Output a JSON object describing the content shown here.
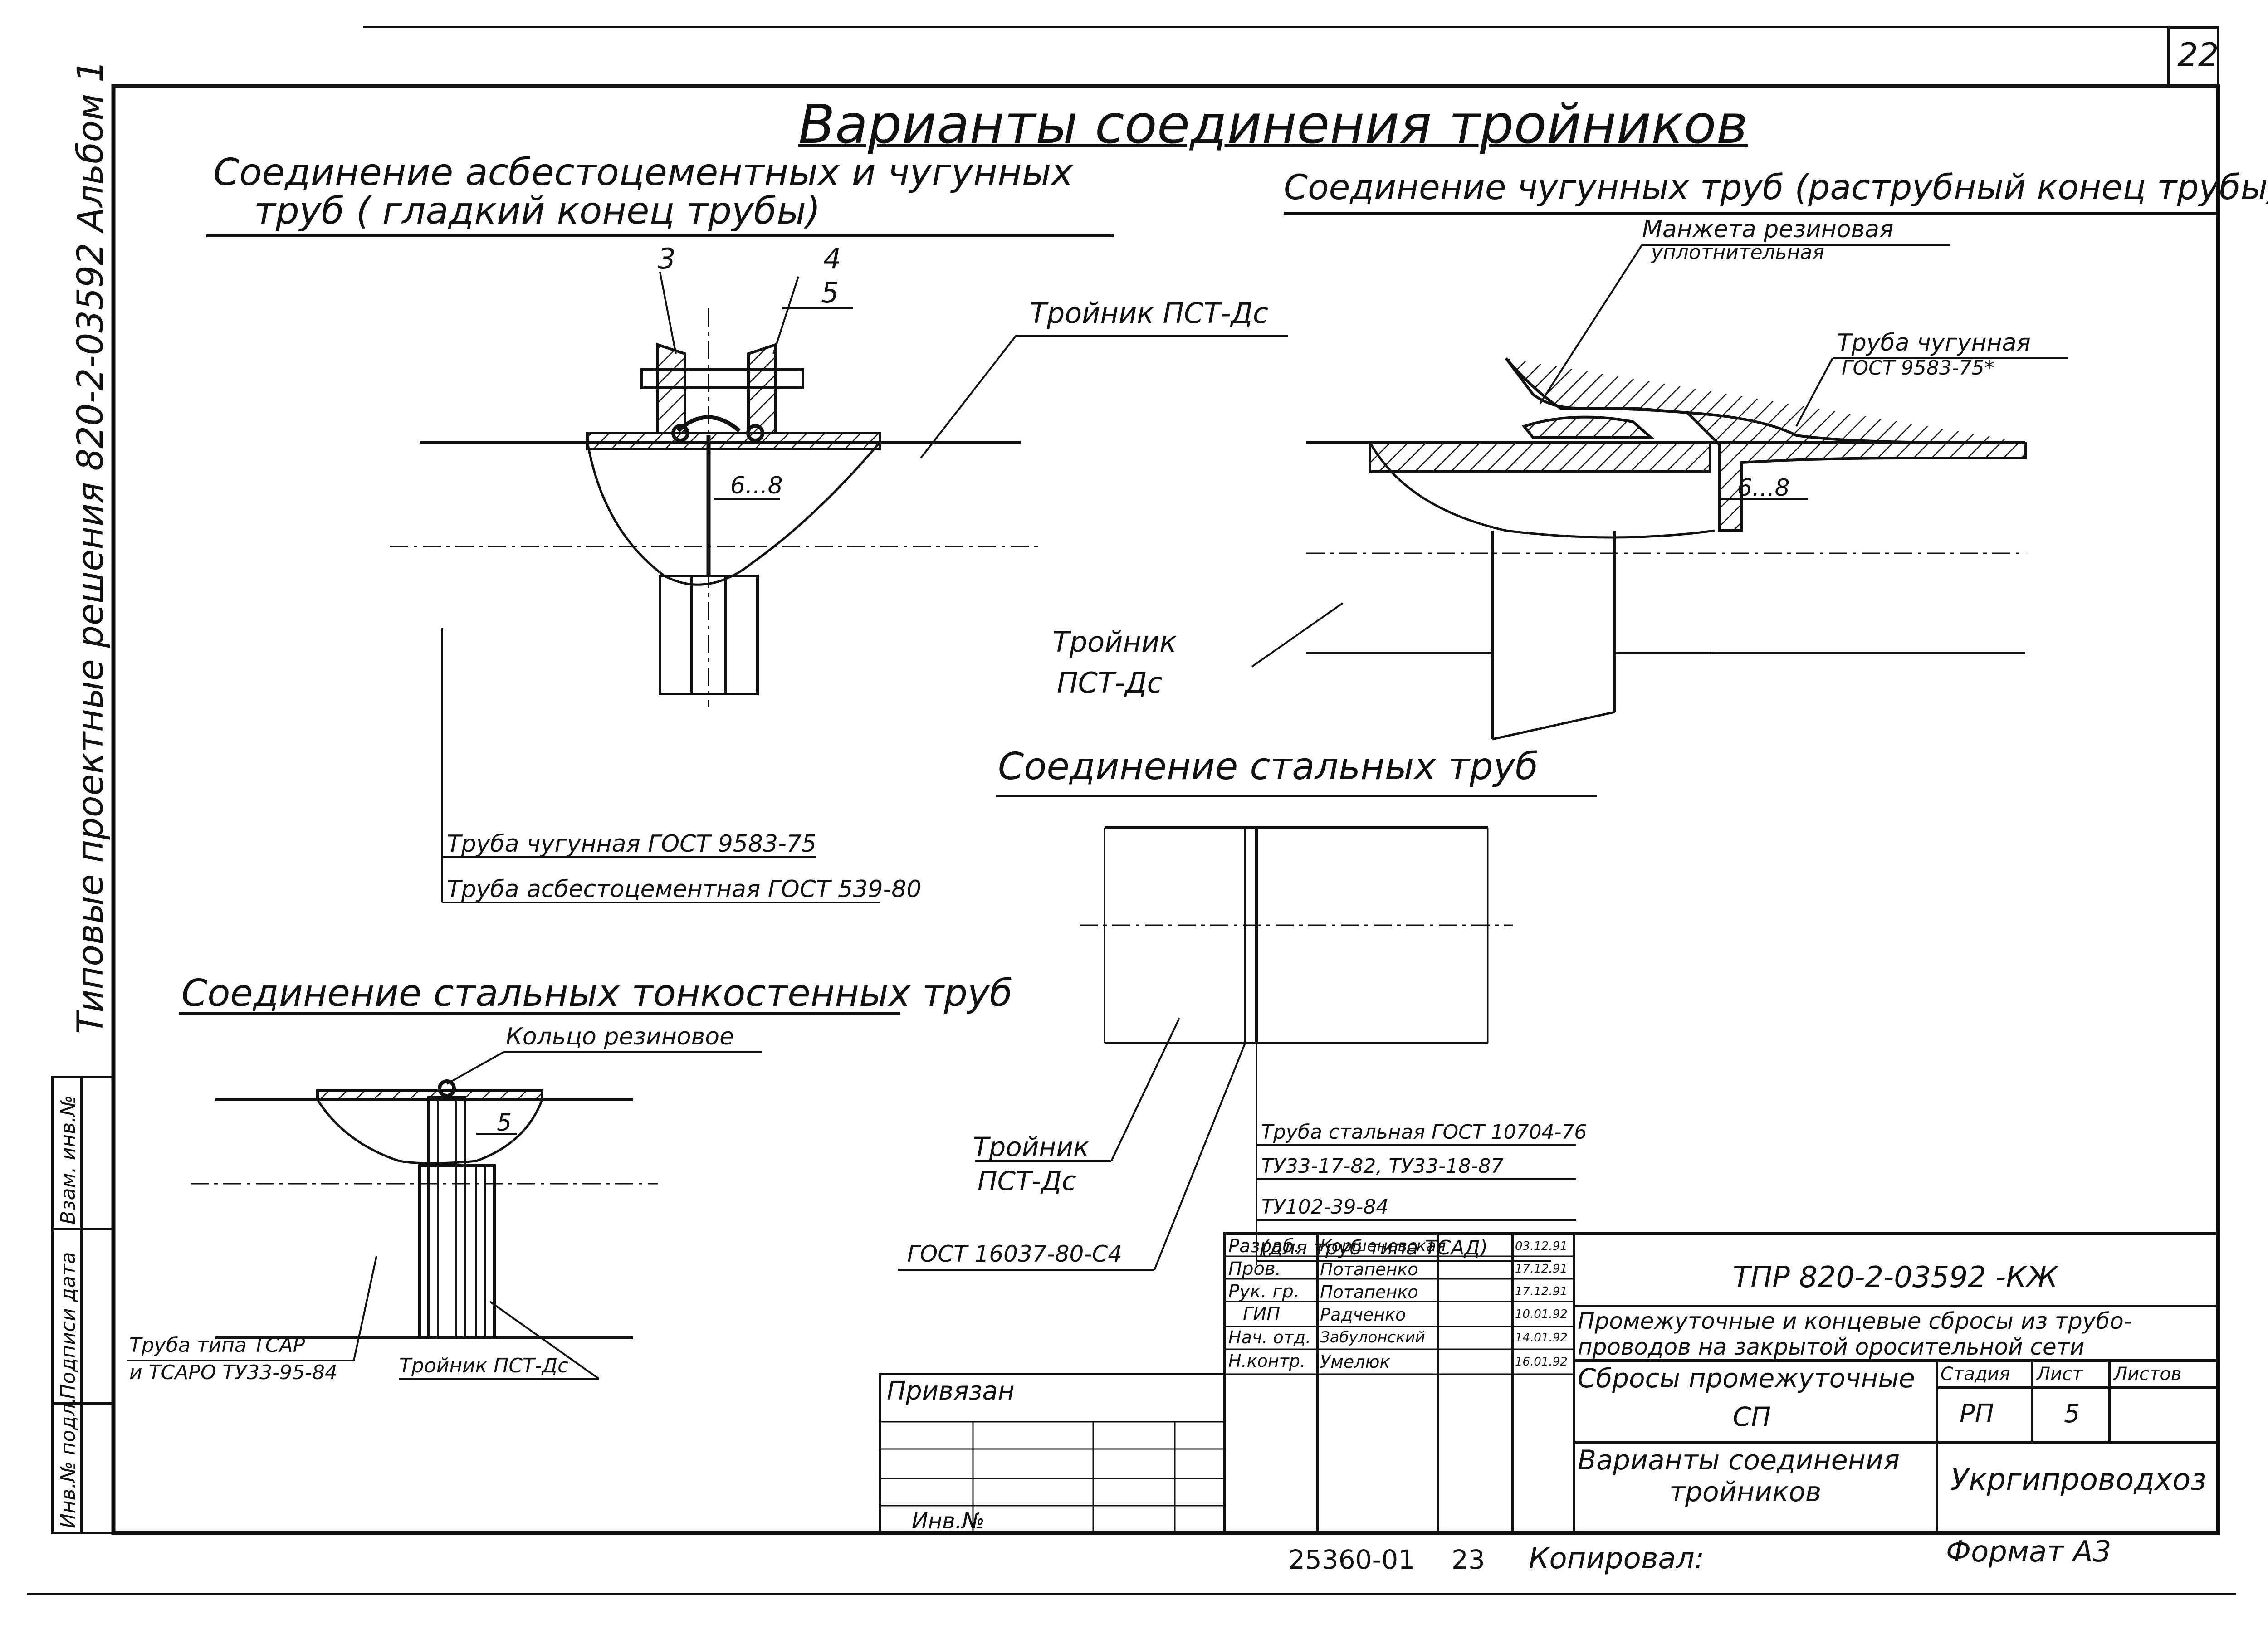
{
  "sheet_number": "22",
  "main_title": "Варианты соединения тройников",
  "side_label": "Типовые проектные решения 820-2-03592 Альбом 1",
  "side_stamp": [
    "Инв.№ подл.",
    "Подписи дата",
    "Взам. инв.№"
  ],
  "sections": {
    "asbestos": {
      "title_line1": "Соединение асбестоцементных и чугунных",
      "title_line2": "труб ( гладкий конец трубы)",
      "callout_3": "3",
      "callout_4": "4",
      "callout_5": "5",
      "tee_label": "Тройник ПСТ-Дс",
      "gap": "6...8",
      "pipe_cast": "Труба чугунная ГОСТ 9583-75",
      "pipe_asbestos": "Труба асбестоцементная ГОСТ 539-80"
    },
    "cast_iron": {
      "title": "Соединение чугунных труб (раструбный конец трубы)",
      "cuff_line1": "Манжета резиновая",
      "cuff_line2": "уплотнительная",
      "pipe_line1": "Труба чугунная",
      "pipe_line2": "ГОСТ 9583-75*",
      "gap": "6...8",
      "tee_line1": "Тройник",
      "tee_line2": "ПСТ-Дс"
    },
    "steel": {
      "title": "Соединение стальных труб",
      "pipe_line1": "Труба стальная ГОСТ 10704-76",
      "pipe_line2": "ТУ33-17-82, ТУ33-18-87",
      "pipe_line3": "ТУ102-39-84",
      "pipe_line4": "(для труб типа ТСАД)",
      "tee_line1": "Тройник",
      "tee_line2": "ПСТ-Дс",
      "gost": "ГОСТ 16037-80-С4"
    },
    "thin": {
      "title": "Соединение стальных тонкостенных труб",
      "ring": "Кольцо резиновое",
      "dim": "5",
      "pipe_line1": "Труба типа ТСАР",
      "pipe_line2": "и ТСАРО ТУ33-95-84",
      "tee": "Тройник ПСТ-Дс"
    }
  },
  "title_block": {
    "roles": [
      "Разраб.",
      "Пров.",
      "Рук. гр.",
      "ГИП",
      "Нач. отд.",
      "Н.контр."
    ],
    "names": [
      "Коршеневская",
      "Потапенко",
      "Потапенко",
      "Радченко",
      "Забулонский",
      "Умелюк"
    ],
    "dates": [
      "03.12.91",
      "17.12.91",
      "17.12.91",
      "10.01.92",
      "14.01.92",
      "16.01.92"
    ],
    "doc_code": "ТПР 820-2-03592 -КЖ",
    "project_line1": "Промежуточные и концевые сбросы из трубо-",
    "project_line2": "проводов на закрытой оросительной сети",
    "drawing_line1": "Сбросы промежуточные",
    "drawing_line2": "СП",
    "sheet_title_line1": "Варианты соединения",
    "sheet_title_line2": "тройников",
    "stage_label": "Стадия",
    "sheet_label": "Лист",
    "sheets_label": "Листов",
    "stage": "РП",
    "sheet": "5",
    "org": "Укргипроводхоз",
    "linked": "Привязан",
    "inv": "Инв.№"
  },
  "footer": {
    "order": "25360-01",
    "page": "23",
    "copied": "Копировал:",
    "format": "Формат А3"
  }
}
